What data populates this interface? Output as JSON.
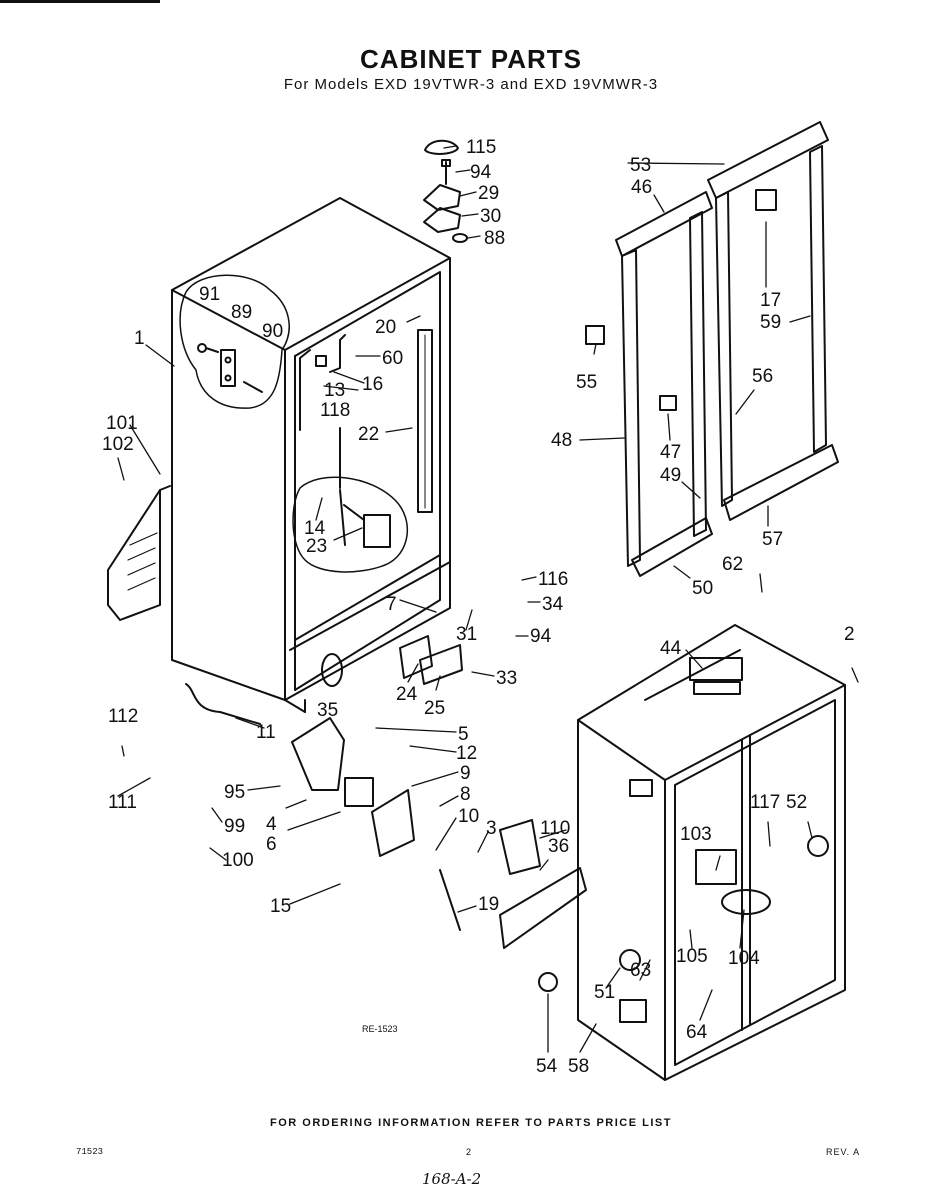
{
  "header": {
    "title": "CABINET PARTS",
    "subtitle": "For Models EXD 19VTWR-3 and EXD 19VMWR-3"
  },
  "drawing_code": "RE-1523",
  "footer": {
    "ordering_note": "FOR ORDERING INFORMATION REFER TO PARTS PRICE LIST",
    "left_code": "71523",
    "page_number": "2",
    "revision": "REV. A",
    "handwritten_note": "168-A-2"
  },
  "part_labels": {
    "p1": "1",
    "p2": "2",
    "p3": "3",
    "p4": "4",
    "p5": "5",
    "p6": "6",
    "p7": "7",
    "p8": "8",
    "p9": "9",
    "p10": "10",
    "p11": "11",
    "p12": "12",
    "p13": "13",
    "p14": "14",
    "p15": "15",
    "p16": "16",
    "p17": "17",
    "p19": "19",
    "p20": "20",
    "p22": "22",
    "p23": "23",
    "p24": "24",
    "p25": "25",
    "p29": "29",
    "p30": "30",
    "p31": "31",
    "p33": "33",
    "p34": "34",
    "p35": "35",
    "p36": "36",
    "p44": "44",
    "p46": "46",
    "p47": "47",
    "p48": "48",
    "p49": "49",
    "p50": "50",
    "p51": "51",
    "p52": "52",
    "p53": "53",
    "p54": "54",
    "p55": "55",
    "p56": "56",
    "p57": "57",
    "p58": "58",
    "p59": "59",
    "p60": "60",
    "p62": "62",
    "p63": "63",
    "p64": "64",
    "p88": "88",
    "p89": "89",
    "p90": "90",
    "p91": "91",
    "p94a": "94",
    "p94b": "94",
    "p95": "95",
    "p99": "99",
    "p100": "100",
    "p101": "101",
    "p102": "102",
    "p103": "103",
    "p104": "104",
    "p105": "105",
    "p110": "110",
    "p111": "111",
    "p112": "112",
    "p115": "115",
    "p116": "116",
    "p117": "117",
    "p118": "118"
  }
}
